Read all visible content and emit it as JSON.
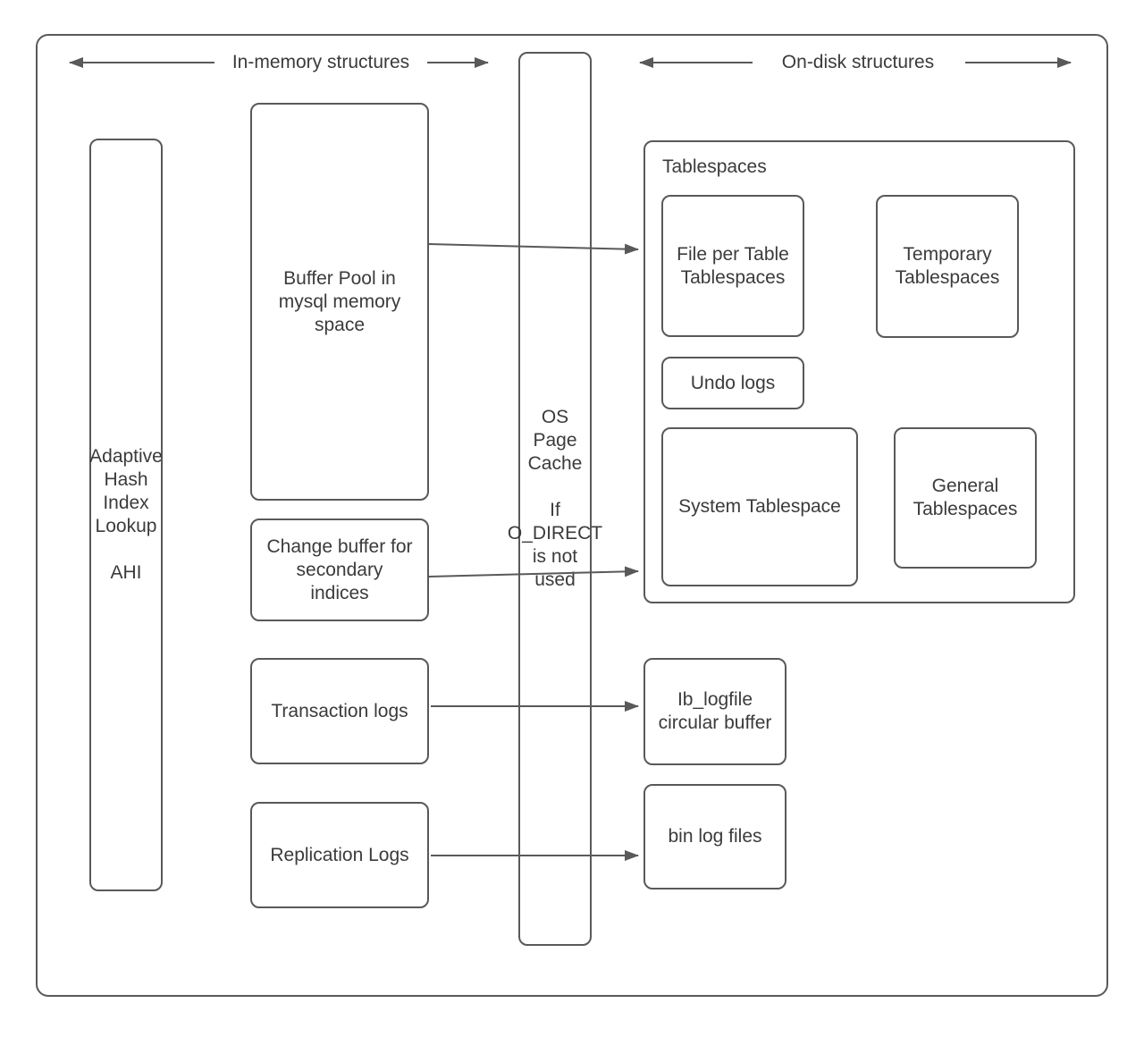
{
  "colors": {
    "stroke": "#595959",
    "text": "#3b3b3b",
    "background": "#ffffff"
  },
  "headers": {
    "in_memory": "In-memory structures",
    "on_disk": "On-disk structures"
  },
  "groups": {
    "tablespaces": {
      "label": "Tablespaces"
    }
  },
  "nodes": {
    "ahi": {
      "label": "Adaptive\nHash\nIndex\nLookup\n\nAHI"
    },
    "buffer_pool": {
      "label": "Buffer Pool in\nmysql memory\nspace"
    },
    "change_buffer": {
      "label": "Change buffer for\nsecondary\nindices"
    },
    "transaction_logs": {
      "label": "Transaction logs"
    },
    "replication_logs": {
      "label": "Replication Logs"
    },
    "os_page_cache": {
      "label": "OS\nPage\nCache\n\nIf\nO_DIRECT\nis not\nused"
    },
    "file_per_table": {
      "label": "File per Table\nTablespaces"
    },
    "temporary_tablespaces": {
      "label": "Temporary\nTablespaces"
    },
    "undo_logs": {
      "label": "Undo logs"
    },
    "system_tablespace": {
      "label": "System Tablespace"
    },
    "general_tablespaces": {
      "label": "General\nTablespaces"
    },
    "ib_logfile": {
      "label": "Ib_logfile\ncircular buffer"
    },
    "bin_log_files": {
      "label": "bin log files"
    }
  },
  "connections": [
    {
      "from": "buffer_pool",
      "to": "tablespaces"
    },
    {
      "from": "change_buffer",
      "to": "tablespaces"
    },
    {
      "from": "transaction_logs",
      "to": "ib_logfile"
    },
    {
      "from": "replication_logs",
      "to": "bin_log_files"
    }
  ]
}
